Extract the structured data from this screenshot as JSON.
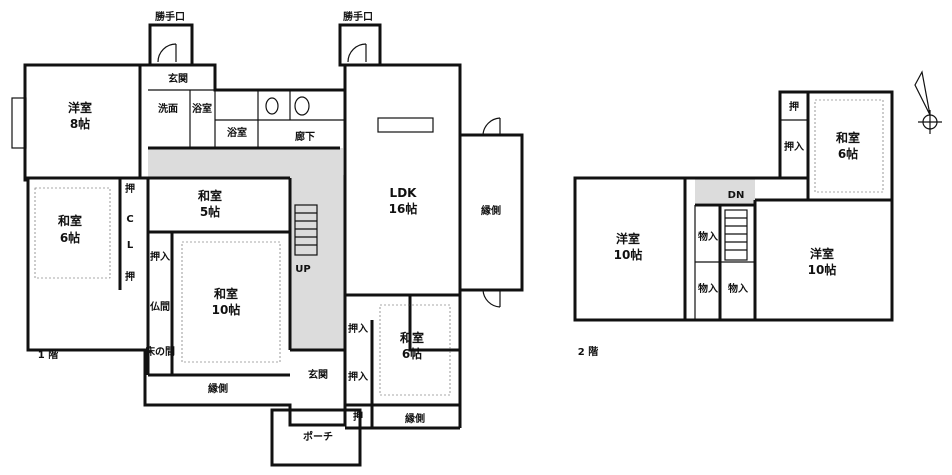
{
  "floor1": {
    "label": "1 階",
    "entrances": [
      "勝手口",
      "勝手口"
    ],
    "rooms": {
      "yoshitsu8": {
        "name": "洋室",
        "size": "8帖"
      },
      "washitsu6_left": {
        "name": "和室",
        "size": "6帖"
      },
      "washitsu5": {
        "name": "和室",
        "size": "5帖"
      },
      "washitsu10": {
        "name": "和室",
        "size": "10帖"
      },
      "ldk": {
        "name": "LDK",
        "size": "16帖"
      },
      "washitsu6_right": {
        "name": "和室",
        "size": "6帖"
      },
      "engawa": "縁側",
      "engawa_bottom": "縁側",
      "engawa_right_bottom": "縁側",
      "genkan_small": "玄関",
      "genkan": "玄関",
      "porch": "ポーチ",
      "senmen": "洗面",
      "washitsu_bath": "浴室",
      "toilet": "WC",
      "hall": "廊下",
      "yokushitsu": "浴室",
      "oshi": "押",
      "c": "C",
      "l": "L",
      "oshiire": "押入",
      "butsudan": "仏間",
      "tokonoma": "床の間",
      "up": "UP"
    }
  },
  "floor2": {
    "label": "2 階",
    "rooms": {
      "yoshitsu10_left": {
        "name": "洋室",
        "size": "10帖"
      },
      "yoshitsu10_right": {
        "name": "洋室",
        "size": "10帖"
      },
      "washitsu6": {
        "name": "和室",
        "size": "6帖"
      },
      "dn": "DN",
      "monoire": "物入",
      "oshiire": "押入",
      "oshi": "押"
    }
  }
}
